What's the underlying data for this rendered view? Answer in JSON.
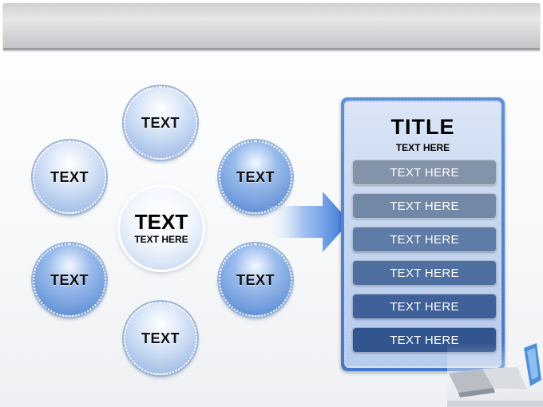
{
  "diagram": {
    "center": {
      "title": "TEXT",
      "subtitle": "TEXT HERE"
    },
    "nodes": [
      {
        "label": "TEXT"
      },
      {
        "label": "TEXT"
      },
      {
        "label": "TEXT"
      },
      {
        "label": "TEXT"
      },
      {
        "label": "TEXT"
      },
      {
        "label": "TEXT"
      }
    ]
  },
  "panel": {
    "title": "TITLE",
    "subtitle": "TEXT HERE",
    "rows": [
      {
        "label": "TEXT HERE",
        "color": "#8393a9"
      },
      {
        "label": "TEXT HERE",
        "color": "#7288a7"
      },
      {
        "label": "TEXT HERE",
        "color": "#5f7ca7"
      },
      {
        "label": "TEXT HERE",
        "color": "#4f6fa1"
      },
      {
        "label": "TEXT HERE",
        "color": "#3f6099"
      },
      {
        "label": "TEXT HERE",
        "color": "#33558f"
      }
    ]
  },
  "colors": {
    "accent": "#4678c9",
    "arrow": "#2f6fd6"
  }
}
